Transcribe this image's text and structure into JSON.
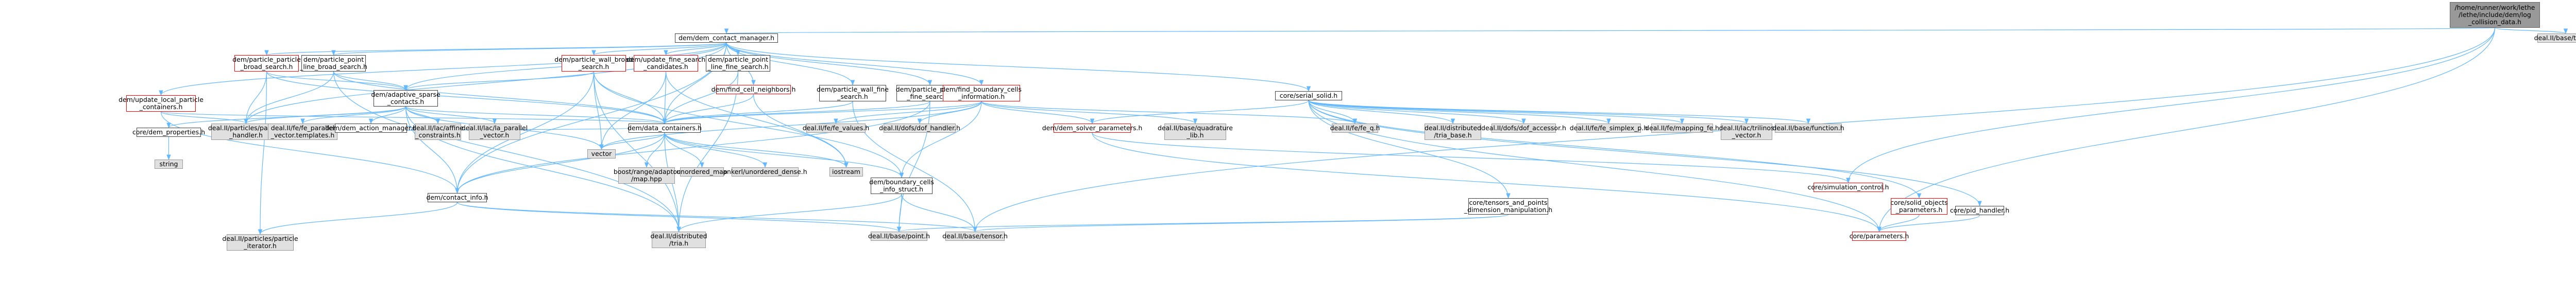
{
  "diagram": {
    "colors": {
      "edge": "#63b8ff",
      "node_gray_fill": "#e0e0e0",
      "node_root_fill": "#999999",
      "node_red_border": "#ff0000",
      "node_border": "#404040"
    },
    "nodes": [
      {
        "id": "root",
        "label": "/home/runner/work/lethe\n/lethe/include/dem/log\n_collision_data.h",
        "style": "root"
      },
      {
        "id": "dcm",
        "label": "dem/dem_contact_manager.h",
        "style": "white"
      },
      {
        "id": "types",
        "label": "deal.II/base/types.h",
        "style": "gray"
      },
      {
        "id": "ppbs",
        "label": "dem/particle_particle\n_broad_search.h",
        "style": "red"
      },
      {
        "id": "pplfs",
        "label": "dem/particle_point\n_line_broad_search.h",
        "style": "white"
      },
      {
        "id": "pwbs",
        "label": "dem/particle_wall_broad\n_search.h",
        "style": "red"
      },
      {
        "id": "ufsc",
        "label": "dem/update_fine_search\n_candidates.h",
        "style": "red"
      },
      {
        "id": "pplfine",
        "label": "dem/particle_point\n_line_fine_search.h",
        "style": "white"
      },
      {
        "id": "fcn",
        "label": "dem/find_cell_neighbors.h",
        "style": "red"
      },
      {
        "id": "pwfs",
        "label": "dem/particle_wall_fine\n_search.h",
        "style": "white"
      },
      {
        "id": "ppfs",
        "label": "dem/particle_particle\n_fine_search.h",
        "style": "white"
      },
      {
        "id": "fbci",
        "label": "dem/find_boundary_cells\n_information.h",
        "style": "red"
      },
      {
        "id": "ssolid",
        "label": "core/serial_solid.h",
        "style": "white"
      },
      {
        "id": "ulpc",
        "label": "dem/update_local_particle\n_containers.h",
        "style": "red"
      },
      {
        "id": "adapt",
        "label": "dem/adaptive_sparse\n_contacts.h",
        "style": "white"
      },
      {
        "id": "pph",
        "label": "deal.II/particles/particle\n_handler.h",
        "style": "gray"
      },
      {
        "id": "fapt",
        "label": "deal.II/fe/fe_parallel\n_vector.templates.h",
        "style": "gray"
      },
      {
        "id": "dam",
        "label": "dem/dem_action_manager.h",
        "style": "white"
      },
      {
        "id": "affine",
        "label": "deal.II/lac/affine\n_constraints.h",
        "style": "gray"
      },
      {
        "id": "lapv",
        "label": "deal.II/lac/la_parallel\n_vector.h",
        "style": "gray"
      },
      {
        "id": "demprop",
        "label": "core/dem_properties.h",
        "style": "white"
      },
      {
        "id": "string",
        "label": "string",
        "style": "gray"
      },
      {
        "id": "dcont",
        "label": "dem/data_containers.h",
        "style": "white"
      },
      {
        "id": "fevals",
        "label": "deal.II/fe/fe_values.h",
        "style": "gray"
      },
      {
        "id": "dofh",
        "label": "deal.II/dofs/dof_handler.h",
        "style": "gray"
      },
      {
        "id": "dsp",
        "label": "dem/dem_solver_parameters.h",
        "style": "red"
      },
      {
        "id": "quad",
        "label": "deal.II/base/quadrature\n_lib.h",
        "style": "gray"
      },
      {
        "id": "feq",
        "label": "deal.II/fe/fe_q.h",
        "style": "gray"
      },
      {
        "id": "tria_base",
        "label": "deal.II/distributed\n/tria_base.h",
        "style": "gray"
      },
      {
        "id": "dofacc",
        "label": "deal.II/dofs/dof_accessor.h",
        "style": "gray"
      },
      {
        "id": "fesimplex",
        "label": "deal.II/fe/fe_simplex_p.h",
        "style": "gray"
      },
      {
        "id": "mapfe",
        "label": "deal.II/fe/mapping_fe.h",
        "style": "gray"
      },
      {
        "id": "trilinos",
        "label": "deal.II/lac/trilinos\n_vector.h",
        "style": "gray"
      },
      {
        "id": "func",
        "label": "deal.II/base/function.h",
        "style": "gray"
      },
      {
        "id": "vector",
        "label": "vector",
        "style": "gray"
      },
      {
        "id": "contact",
        "label": "dem/contact_info.h",
        "style": "white"
      },
      {
        "id": "boost",
        "label": "boost/range/adaptor\n/map.hpp",
        "style": "gray"
      },
      {
        "id": "umap",
        "label": "unordered_map",
        "style": "gray"
      },
      {
        "id": "ankerl",
        "label": "ankerl/unordered_dense.h",
        "style": "gray"
      },
      {
        "id": "iostream",
        "label": "iostream",
        "style": "gray"
      },
      {
        "id": "bcinfo",
        "label": "dem/boundary_cells\n_info_struct.h",
        "style": "white"
      },
      {
        "id": "simctrl",
        "label": "core/simulation_control.h",
        "style": "red"
      },
      {
        "id": "tpdm",
        "label": "core/tensors_and_points\n_dimension_manipulation.h",
        "style": "white"
      },
      {
        "id": "sop",
        "label": "core/solid_objects\n_parameters.h",
        "style": "red"
      },
      {
        "id": "pidh",
        "label": "core/pid_handler.h",
        "style": "white"
      },
      {
        "id": "pit",
        "label": "deal.II/particles/particle\n_iterator.h",
        "style": "gray"
      },
      {
        "id": "tria",
        "label": "deal.II/distributed\n/tria.h",
        "style": "gray"
      },
      {
        "id": "point",
        "label": "deal.II/base/point.h",
        "style": "gray"
      },
      {
        "id": "tensor",
        "label": "deal.II/base/tensor.h",
        "style": "gray"
      },
      {
        "id": "params",
        "label": "core/parameters.h",
        "style": "red"
      }
    ]
  }
}
